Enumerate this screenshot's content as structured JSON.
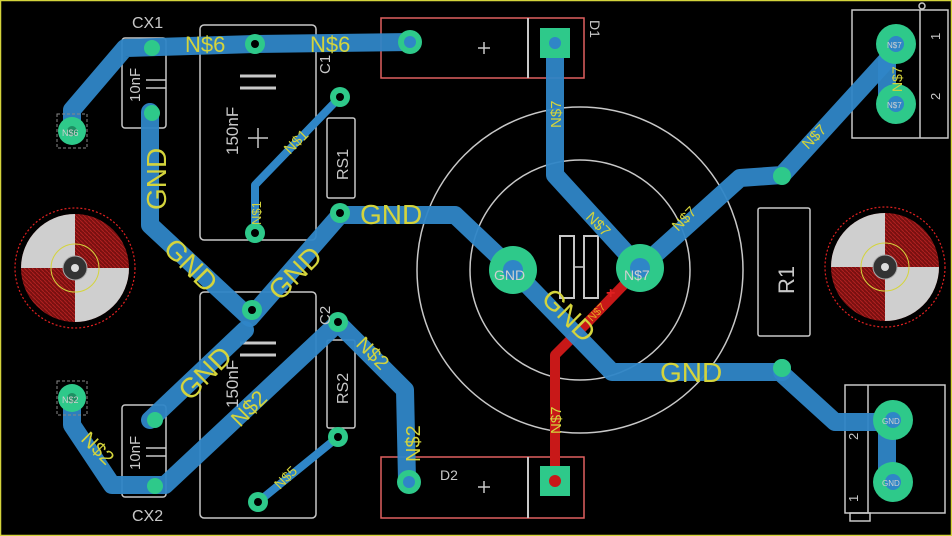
{
  "colors": {
    "background": "#000000",
    "top_copper": "#2f86c7",
    "bottom_copper": "#c81818",
    "pad": "#2ec98a",
    "silkscreen": "#c8c8c8",
    "outline": "#d4d43c",
    "keepout": "#e02020"
  },
  "components": {
    "cx1_name": "CX1",
    "cx1_value": "10nF",
    "cx2_name": "CX2",
    "cx2_value": "10nF",
    "c1_name": "C1",
    "c1_value": "150nF",
    "c2_name": "C2",
    "c2_value": "150nF",
    "rs1_name": "RS1",
    "rs2_name": "RS2",
    "r1_name": "R1",
    "d1_name": "D1",
    "d2_name": "D2"
  },
  "nets": {
    "n6": "N$6",
    "n1": "N$1",
    "n2": "N$2",
    "n5": "N$5",
    "n7": "N$7",
    "gnd": "GND"
  },
  "connector_pins": {
    "pin1": "1",
    "pin2": "2"
  }
}
